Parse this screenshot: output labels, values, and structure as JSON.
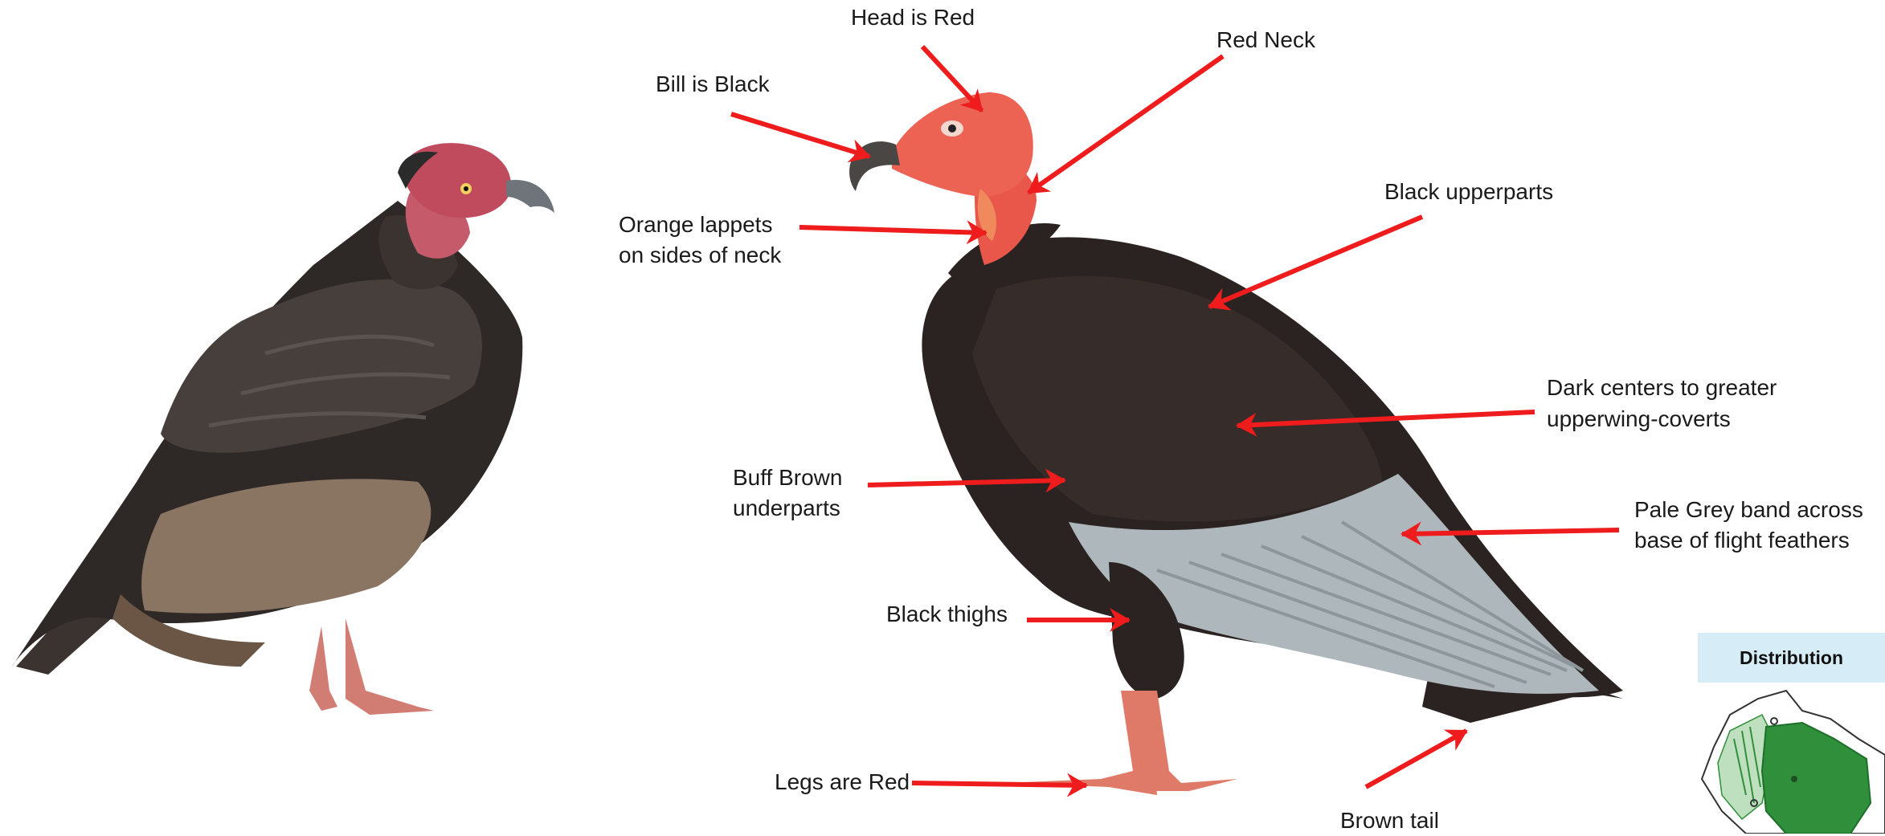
{
  "labels": {
    "head": "Head is Red",
    "neck": "Red Neck",
    "bill": "Bill  is Black",
    "lappets_1": "Orange lappets",
    "lappets_2": "on sides of neck",
    "upperparts": "Black upperparts",
    "coverts_1": "Dark centers to greater",
    "coverts_2": "upperwing-coverts",
    "underparts_1": "Buff Brown",
    "underparts_2": "underparts",
    "band_1": "Pale Grey band across",
    "band_2": "base of flight feathers",
    "thighs": "Black thighs",
    "legs": "Legs are Red",
    "tail": "Brown tail"
  },
  "distribution": {
    "title": "Distribution"
  },
  "colors": {
    "arrow": "#ee1c1c",
    "head_red": "#e8574a",
    "plumage_black": "#2b2321",
    "flight_band_grey": "#aeb8bc",
    "legs": "#e07a68",
    "range_green": "#2f8f3a",
    "distribution_header": "#d6ecf7"
  }
}
